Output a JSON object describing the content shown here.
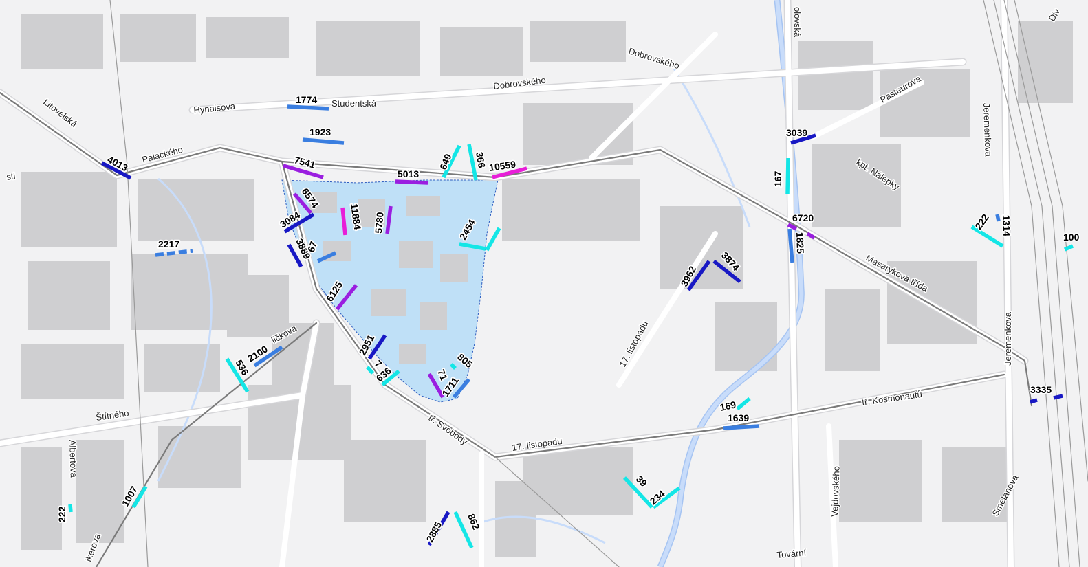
{
  "colors": {
    "background": "#f2f2f3",
    "building": "#cfcfd1",
    "road": "#ffffff",
    "road_casing": "#d6d6d9",
    "rail": "#9a9a9a",
    "tram": "#7a7a7a",
    "river": "#c8dcfa",
    "river_stroke": "#a6c4f2",
    "old_town_zone": "#bfe0f7",
    "old_town_outline": "#2b5bbf",
    "level_cyan": "#14e6e6",
    "level_light_blue": "#3a7ee0",
    "level_dark_blue": "#1818c4",
    "level_purple": "#9a1ee0",
    "level_magenta": "#e81ed8"
  },
  "streets": [
    {
      "id": "dobrovskeho-1",
      "text": "Dobrovského"
    },
    {
      "id": "dobrovskeho-2",
      "text": "Dobrovského"
    },
    {
      "id": "hynaisova",
      "text": "Hynaisova"
    },
    {
      "id": "studentska",
      "text": "Studentská"
    },
    {
      "id": "palackeho",
      "text": "Palackého"
    },
    {
      "id": "litovelska",
      "text": "Litovelská"
    },
    {
      "id": "sti",
      "text": "sti"
    },
    {
      "id": "pasteurova",
      "text": "Pasteurova"
    },
    {
      "id": "kpt-nalepky",
      "text": "kpt. Nálepky"
    },
    {
      "id": "olovska",
      "text": "olovská"
    },
    {
      "id": "jeremenkova-1",
      "text": "Jeremenkova"
    },
    {
      "id": "jeremenkova-2",
      "text": "Jeremenkova"
    },
    {
      "id": "masarykova",
      "text": "Masarykova třída"
    },
    {
      "id": "listopadu-1",
      "text": "17. listopadu"
    },
    {
      "id": "listopadu-2",
      "text": "17. listopadu"
    },
    {
      "id": "kosmonautu",
      "text": "tř. Kosmonautů"
    },
    {
      "id": "svobody",
      "text": "tř. Svobody"
    },
    {
      "id": "stitneho",
      "text": "Štítného"
    },
    {
      "id": "albertova",
      "text": "Albertova"
    },
    {
      "id": "kerova",
      "text": "ikerova"
    },
    {
      "id": "vejdovskeho",
      "text": "Vejdovského"
    },
    {
      "id": "smetanova",
      "text": "Smetanova"
    },
    {
      "id": "tovarni",
      "text": "Tovární"
    },
    {
      "id": "dlickova",
      "text": "ličkova"
    },
    {
      "id": "div",
      "text": "Div"
    }
  ],
  "counts": [
    {
      "id": "c1774",
      "text": "1774",
      "level": "light_blue"
    },
    {
      "id": "c1923",
      "text": "1923",
      "level": "light_blue"
    },
    {
      "id": "c4013",
      "text": "4013",
      "level": "dark_blue"
    },
    {
      "id": "c7541",
      "text": "7541",
      "level": "purple"
    },
    {
      "id": "c5013",
      "text": "5013",
      "level": "purple"
    },
    {
      "id": "c649",
      "text": "649",
      "level": "cyan"
    },
    {
      "id": "c366",
      "text": "366",
      "level": "cyan"
    },
    {
      "id": "c10559",
      "text": "10559",
      "level": "magenta"
    },
    {
      "id": "c3039",
      "text": "3039",
      "level": "dark_blue"
    },
    {
      "id": "c167",
      "text": "167",
      "level": "cyan"
    },
    {
      "id": "c6574",
      "text": "6574",
      "level": "purple"
    },
    {
      "id": "c3084",
      "text": "3084",
      "level": "dark_blue"
    },
    {
      "id": "c11884",
      "text": "11884",
      "level": "magenta"
    },
    {
      "id": "c5780",
      "text": "5780",
      "level": "purple"
    },
    {
      "id": "c2454",
      "text": "2454",
      "level": "cyan"
    },
    {
      "id": "c3889",
      "text": "3889",
      "level": "dark_blue"
    },
    {
      "id": "c67",
      "text": "67",
      "level": "light_blue"
    },
    {
      "id": "c2217",
      "text": "2217",
      "level": "light_blue"
    },
    {
      "id": "c6720",
      "text": "6720",
      "level": "purple"
    },
    {
      "id": "c1825",
      "text": "1825",
      "level": "light_blue"
    },
    {
      "id": "c222a",
      "text": "222",
      "level": "cyan"
    },
    {
      "id": "c1314",
      "text": "1314",
      "level": "light_blue"
    },
    {
      "id": "c100",
      "text": "100",
      "level": "cyan"
    },
    {
      "id": "c3962",
      "text": "3962",
      "level": "dark_blue"
    },
    {
      "id": "c3874",
      "text": "3874",
      "level": "dark_blue"
    },
    {
      "id": "c6125",
      "text": "6125",
      "level": "purple"
    },
    {
      "id": "c2100",
      "text": "2100",
      "level": "light_blue"
    },
    {
      "id": "c536",
      "text": "536",
      "level": "cyan"
    },
    {
      "id": "c2951",
      "text": "2951",
      "level": "dark_blue"
    },
    {
      "id": "c7",
      "text": "7",
      "level": "cyan"
    },
    {
      "id": "c636",
      "text": "636",
      "level": "cyan"
    },
    {
      "id": "c805",
      "text": "805",
      "level": "cyan"
    },
    {
      "id": "c71",
      "text": "71",
      "level": "purple"
    },
    {
      "id": "c1711",
      "text": "1711",
      "level": "light_blue"
    },
    {
      "id": "c169",
      "text": "169",
      "level": "cyan"
    },
    {
      "id": "c1639",
      "text": "1639",
      "level": "light_blue"
    },
    {
      "id": "c3335",
      "text": "3335",
      "level": "dark_blue"
    },
    {
      "id": "c39",
      "text": "39",
      "level": "cyan"
    },
    {
      "id": "c234",
      "text": "234",
      "level": "cyan"
    },
    {
      "id": "c2885",
      "text": "2885",
      "level": "dark_blue"
    },
    {
      "id": "c862",
      "text": "862",
      "level": "cyan"
    },
    {
      "id": "c1007",
      "text": "1007",
      "level": "cyan"
    },
    {
      "id": "c222b",
      "text": "222",
      "level": "cyan"
    }
  ]
}
